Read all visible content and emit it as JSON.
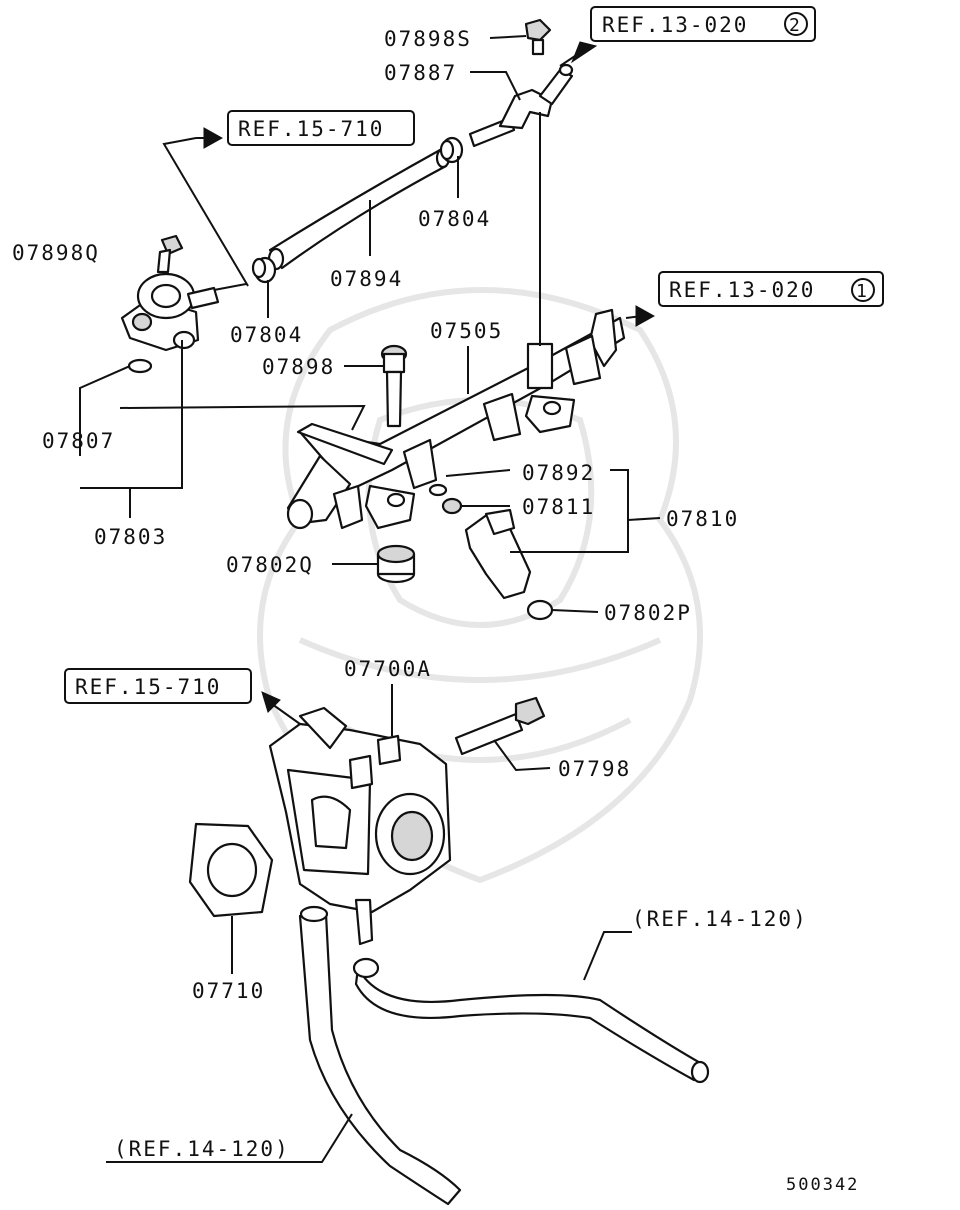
{
  "parts": {
    "p07898S": "07898S",
    "p07887": "07887",
    "p07804a": "07804",
    "p07804b": "07804",
    "p07894": "07894",
    "p07898Q": "07898Q",
    "p07898": "07898",
    "p07505": "07505",
    "p07807": "07807",
    "p07803": "07803",
    "p07892": "07892",
    "p07811": "07811",
    "p07810": "07810",
    "p07802Q": "07802Q",
    "p07802P": "07802P",
    "p07700A": "07700A",
    "p07798": "07798",
    "p07710": "07710"
  },
  "refs": {
    "ref_13020_2": {
      "text": "REF.13-020",
      "circle": "2"
    },
    "ref_15710_top": "REF.15-710",
    "ref_13020_1": {
      "text": "REF.13-020",
      "circle": "1"
    },
    "ref_15710_mid": "REF.15-710",
    "ref_14120_right": "(REF.14-120)",
    "ref_14120_left": "(REF.14-120)"
  },
  "diagram_number": "500342"
}
